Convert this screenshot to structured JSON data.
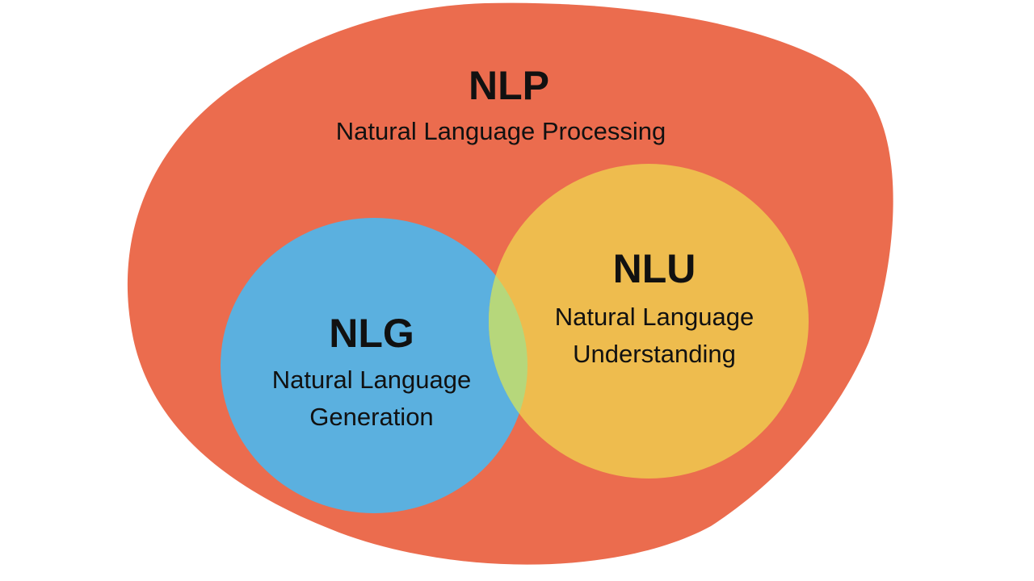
{
  "colors": {
    "nlp": "#eb6c4e",
    "nlg": "#5bb0df",
    "nlu": "#eebc4e",
    "overlap": "#b6d77b",
    "text": "#111111"
  },
  "regions": {
    "nlp": {
      "abbr": "NLP",
      "full": "Natural Language Processing"
    },
    "nlu": {
      "abbr": "NLU",
      "full_line1": "Natural Language",
      "full_line2": "Understanding"
    },
    "nlg": {
      "abbr": "NLG",
      "full_line1": "Natural Language",
      "full_line2": "Generation"
    }
  }
}
